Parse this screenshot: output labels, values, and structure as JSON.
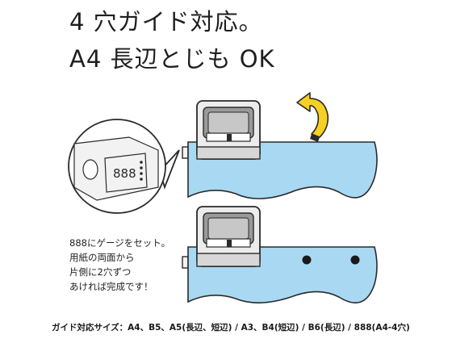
{
  "headline": {
    "line1": "4 穴ガイド対応。",
    "line2": "A4 長辺とじも OK"
  },
  "callout": {
    "gauge_label": "888"
  },
  "note": {
    "lines": [
      "888にゲージをセット。",
      "用紙の両面から",
      "片側に2穴ずつ",
      "あければ完成です！"
    ]
  },
  "footer": {
    "text": "ガイド対応サイズ：A4、B5、A5(長辺、短辺) / A3、B4(短辺) / B6(長辺) / 888(A4-4穴)"
  },
  "colors": {
    "paper": "#a9d8f2",
    "outline": "#2a2a2a",
    "punch_body": "#ececec",
    "punch_window": "#9a9a9a",
    "arrow": "#f7d024",
    "hole": "#1a1a1a"
  },
  "icons": {
    "rotate": "curved-flip-arrow-icon",
    "magnifier": "magnified-gauge-callout"
  }
}
